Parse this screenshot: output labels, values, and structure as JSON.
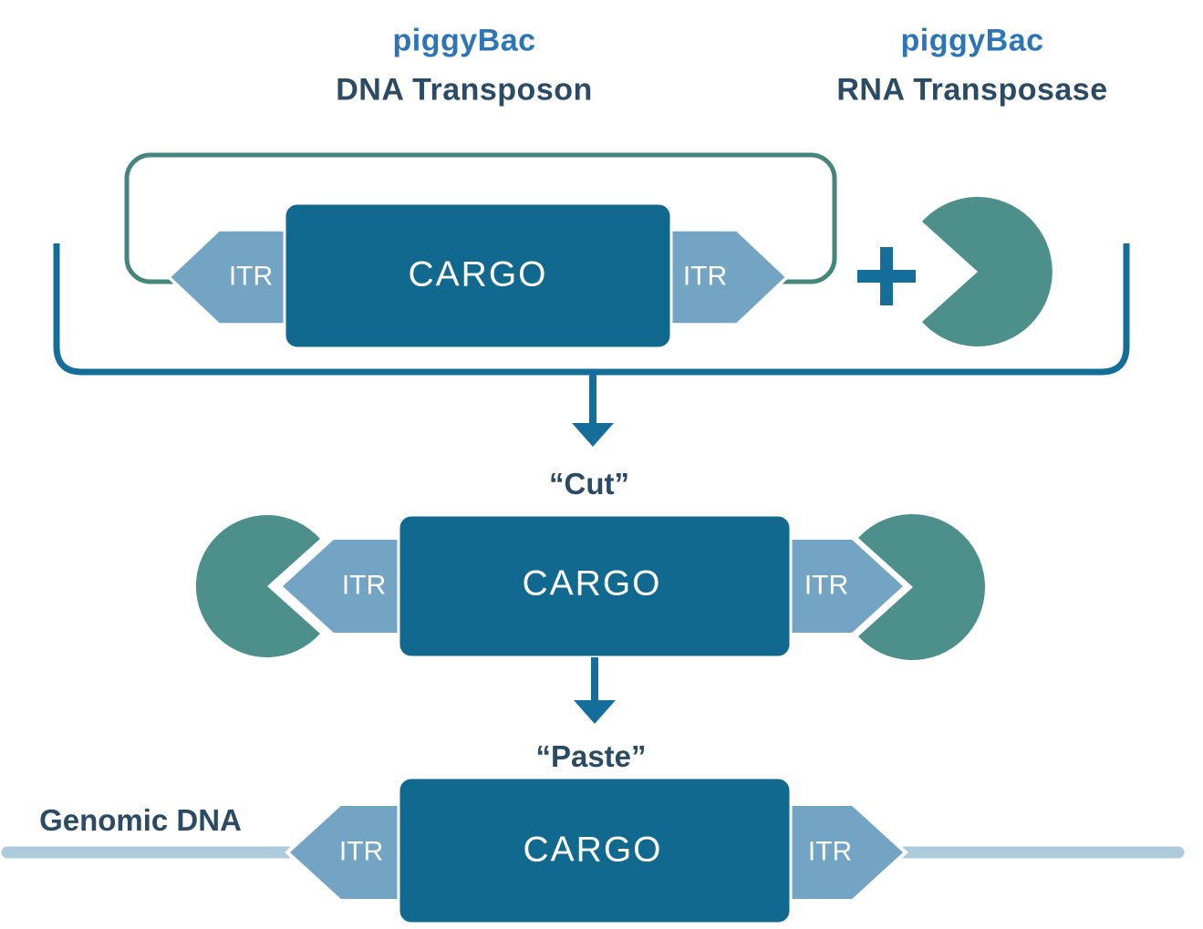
{
  "top_labels": {
    "transposon": {
      "line1": "piggyBac",
      "line2": "DNA Transposon"
    },
    "transposase": {
      "line1": "piggyBac",
      "line2": "RNA Transposase"
    }
  },
  "construct": {
    "itr_label": "ITR",
    "cargo_label": "CARGO"
  },
  "operator": {
    "plus": "+"
  },
  "steps": {
    "cut": "“Cut”",
    "paste": "“Paste”"
  },
  "genome": {
    "label": "Genomic DNA"
  },
  "icons": {
    "transposase_enzyme": "pacman-shape",
    "plasmid_backbone": "rounded-loop",
    "grouping_bracket": "u-bracket",
    "flow_arrows": "down-arrow"
  },
  "colors": {
    "cargo_fill": "#11698f",
    "itr_fill": "#73a4c3",
    "enzyme_fill": "#4d8f8b",
    "plasmid_outline": "#45857b",
    "bracket_blue": "#156e99",
    "dark_text": "#2b4a63",
    "piggybac_blue": "#2e75b5",
    "genomic_line": "#aecbdc"
  }
}
